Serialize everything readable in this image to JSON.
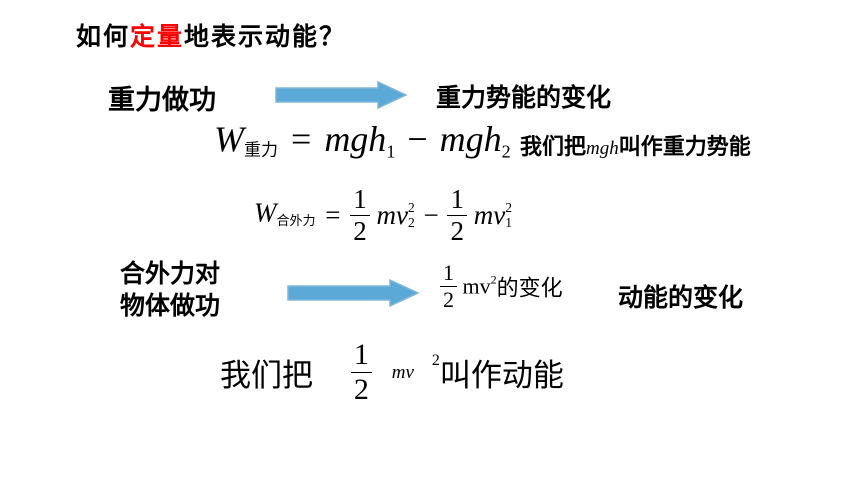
{
  "title": {
    "pre": "如何",
    "highlight": "定量",
    "post": "地表示动能？",
    "highlight_color": "#ff0000"
  },
  "row1": {
    "left": "重力做功",
    "right": "重力势能的变化"
  },
  "formula1": {
    "W": "W",
    "W_sub": "重力",
    "eq": "=",
    "term_a": "mgh",
    "term_a_sub": "1",
    "minus": "−",
    "term_b": "mgh",
    "term_b_sub": "2"
  },
  "note1": {
    "pre": "我们把",
    "sym": "mgh",
    "post": "叫作重力势能"
  },
  "formula2": {
    "W": "W",
    "W_sub": "合外力",
    "eq": "=",
    "num_a": "1",
    "den_a": "2",
    "term_a": "mv",
    "term_a_sup": "2",
    "term_a_sub": "2",
    "minus": "−",
    "num_b": "1",
    "den_b": "2",
    "term_b": "mv",
    "term_b_sup": "2",
    "term_b_sub": "1"
  },
  "row2": {
    "left_line1": "合外力对",
    "left_line2": "物体做功",
    "mid_num": "1",
    "mid_den": "2",
    "mid_term": "mv",
    "mid_sup": "2",
    "mid_post": "的变化",
    "right": "动能的变化"
  },
  "conclusion": {
    "pre": "我们把",
    "num": "1",
    "den": "2",
    "term": "mv",
    "sup": "2",
    "post": "叫作动能"
  },
  "colors": {
    "arrow_fill": "#5aa9d6",
    "arrow_stroke": "#7fb7dc"
  }
}
